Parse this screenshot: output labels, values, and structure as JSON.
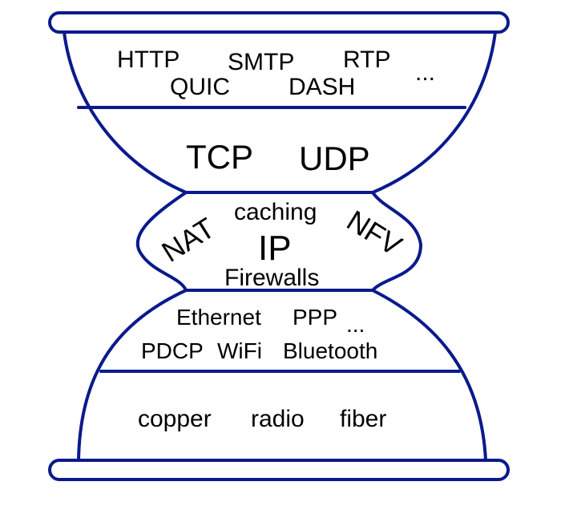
{
  "diagram": {
    "application_layer": [
      "HTTP",
      "SMTP",
      "RTP",
      "QUIC",
      "DASH",
      "..."
    ],
    "transport_layer": [
      "TCP",
      "UDP"
    ],
    "network_layer": {
      "center": "IP",
      "top": "caching",
      "bottom": "Firewalls",
      "left": "NAT",
      "right": "NFV"
    },
    "link_layer": [
      "Ethernet",
      "PPP",
      "...",
      "PDCP",
      "WiFi",
      "Bluetooth"
    ],
    "physical_layer": [
      "copper",
      "radio",
      "fiber"
    ]
  },
  "colors": {
    "outline": "#0a1a8c",
    "text": "#000000",
    "background": "#ffffff"
  }
}
